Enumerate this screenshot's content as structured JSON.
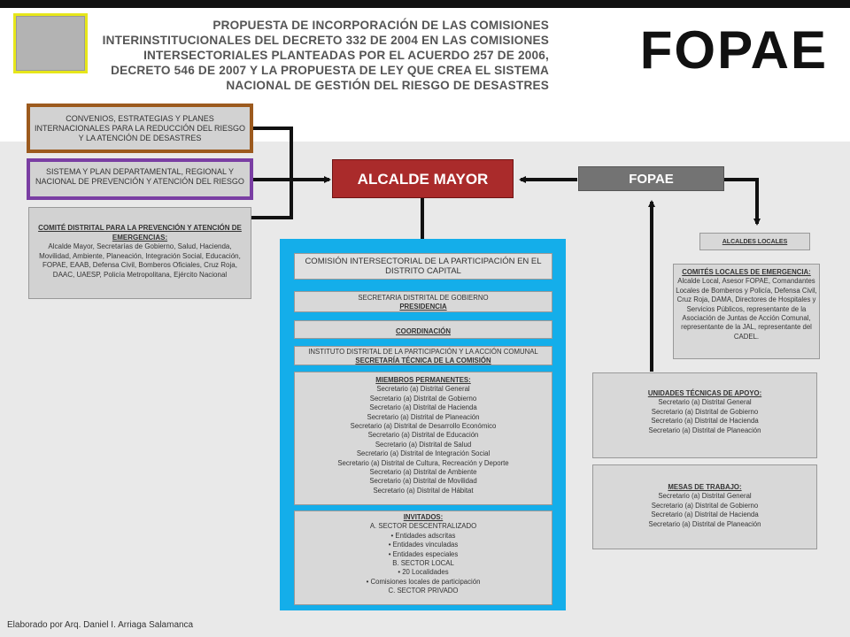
{
  "header": {
    "title": "PROPUESTA DE INCORPORACIÓN DE LAS COMISIONES INTERINSTITUCIONALES DEL DECRETO 332 DE 2004 EN LAS COMISIONES INTERSECTORIALES PLANTEADAS POR EL ACUERDO 257 DE 2006, DECRETO 546 DE 2007 Y LA PROPUESTA DE LEY QUE CREA EL SISTEMA NACIONAL DE GESTIÓN DEL RIESGO DE DESASTRES",
    "brand": "FOPAE"
  },
  "left": {
    "convenios": "CONVENIOS, ESTRATEGIAS Y PLANES INTERNACIONALES PARA LA REDUCCIÓN DEL RIESGO Y LA ATENCIÓN DE DESASTRES",
    "sistema": "SISTEMA Y PLAN DEPARTAMENTAL, REGIONAL Y NACIONAL DE PREVENCIÓN Y ATENCIÓN DEL RIESGO",
    "comite_title": "COMITÉ DISTRITAL PARA LA PREVENCIÓN Y ATENCIÓN DE EMERGENCIAS:",
    "comite_body": "Alcalde Mayor, Secretarías de Gobierno, Salud, Hacienda, Movilidad, Ambiente, Planeación, Integración Social, Educación, FOPAE, EAAB, Defensa Civil, Bomberos Oficiales, Cruz Roja, DAAC, UAESP, Policía Metropolitana, Ejército Nacional"
  },
  "center": {
    "alcalde": "ALCALDE MAYOR",
    "comision": "COMISIÓN INTERSECTORIAL DE LA PARTICIPACIÓN EN EL DISTRITO CAPITAL",
    "presidencia_line1": "SECRETARIA DISTRITAL DE GOBIERNO",
    "presidencia_line2": "PRESIDENCIA",
    "coordinacion": "COORDINACIÓN",
    "secretaria_line1": "INSTITUTO DISTRITAL DE LA PARTICIPACIÓN Y LA ACCIÓN COMUNAL",
    "secretaria_line2": "SECRETARÍA TÉCNICA DE LA COMISIÓN",
    "miembros_title": "MIEMBROS PERMANENTES:",
    "miembros": [
      "Secretario (a) Distrital General",
      "Secretario (a) Distrital de Gobierno",
      "Secretario (a) Distrital de Hacienda",
      "Secretario (a) Distrital de Planeación",
      "Secretario (a) Distrital de Desarrollo Económico",
      "Secretario (a) Distrital de Educación",
      "Secretario (a) Distrital de Salud",
      "Secretario (a) Distrital de Integración Social",
      "Secretario (a) Distrital de Cultura, Recreación y Deporte",
      "Secretario (a) Distrital de Ambiente",
      "Secretario (a) Distrital de Movilidad",
      "Secretario (a) Distrital de Hábitat"
    ],
    "invitados_title": "INVITADOS:",
    "invitados": [
      "A. SECTOR DESCENTRALIZADO",
      "• Entidades adscritas",
      "• Entidades vinculadas",
      "• Entidades especiales",
      "B. SECTOR LOCAL",
      "• 20 Localidades",
      "• Comisiones locales de participación",
      "C. SECTOR PRIVADO"
    ]
  },
  "right": {
    "fopae": "FOPAE",
    "alcaldes_locales": "ALCALDES LOCALES",
    "comites_title": "COMITÉS LOCALES DE EMERGENCIA:",
    "comites_body": "Alcalde Local, Asesor FOPAE, Comandantes Locales de Bomberos y Policía, Defensa Civil, Cruz Roja, DAMA, Directores de Hospitales y Servicios Públicos, representante de la Asociación de Juntas de Acción Comunal, representante de la JAL, representante del CADEL.",
    "unidades_title": "UNIDADES TÉCNICAS DE APOYO:",
    "unidades": [
      "Secretario (a) Distrital General",
      "Secretario (a) Distrital de Gobierno",
      "Secretario (a) Distrital de Hacienda",
      "Secretario (a) Distrital de Planeación"
    ],
    "mesas_title": "MESAS DE TRABAJO:",
    "mesas": [
      "Secretario (a) Distrital General",
      "Secretario (a) Distrital de Gobierno",
      "Secretario (a) Distrital de Hacienda",
      "Secretario (a) Distrital de Planeación"
    ]
  },
  "footer": "Elaborado por Arq. Daniel I. Arriaga Salamanca",
  "colors": {
    "alcalde": "#aa2b2b",
    "fopae_box": "#737373",
    "commission_panel": "#14aeea",
    "convenios_border": "#9c5a1e",
    "sistema_border": "#7a3ea3",
    "logo_border": "#e6e61a"
  }
}
